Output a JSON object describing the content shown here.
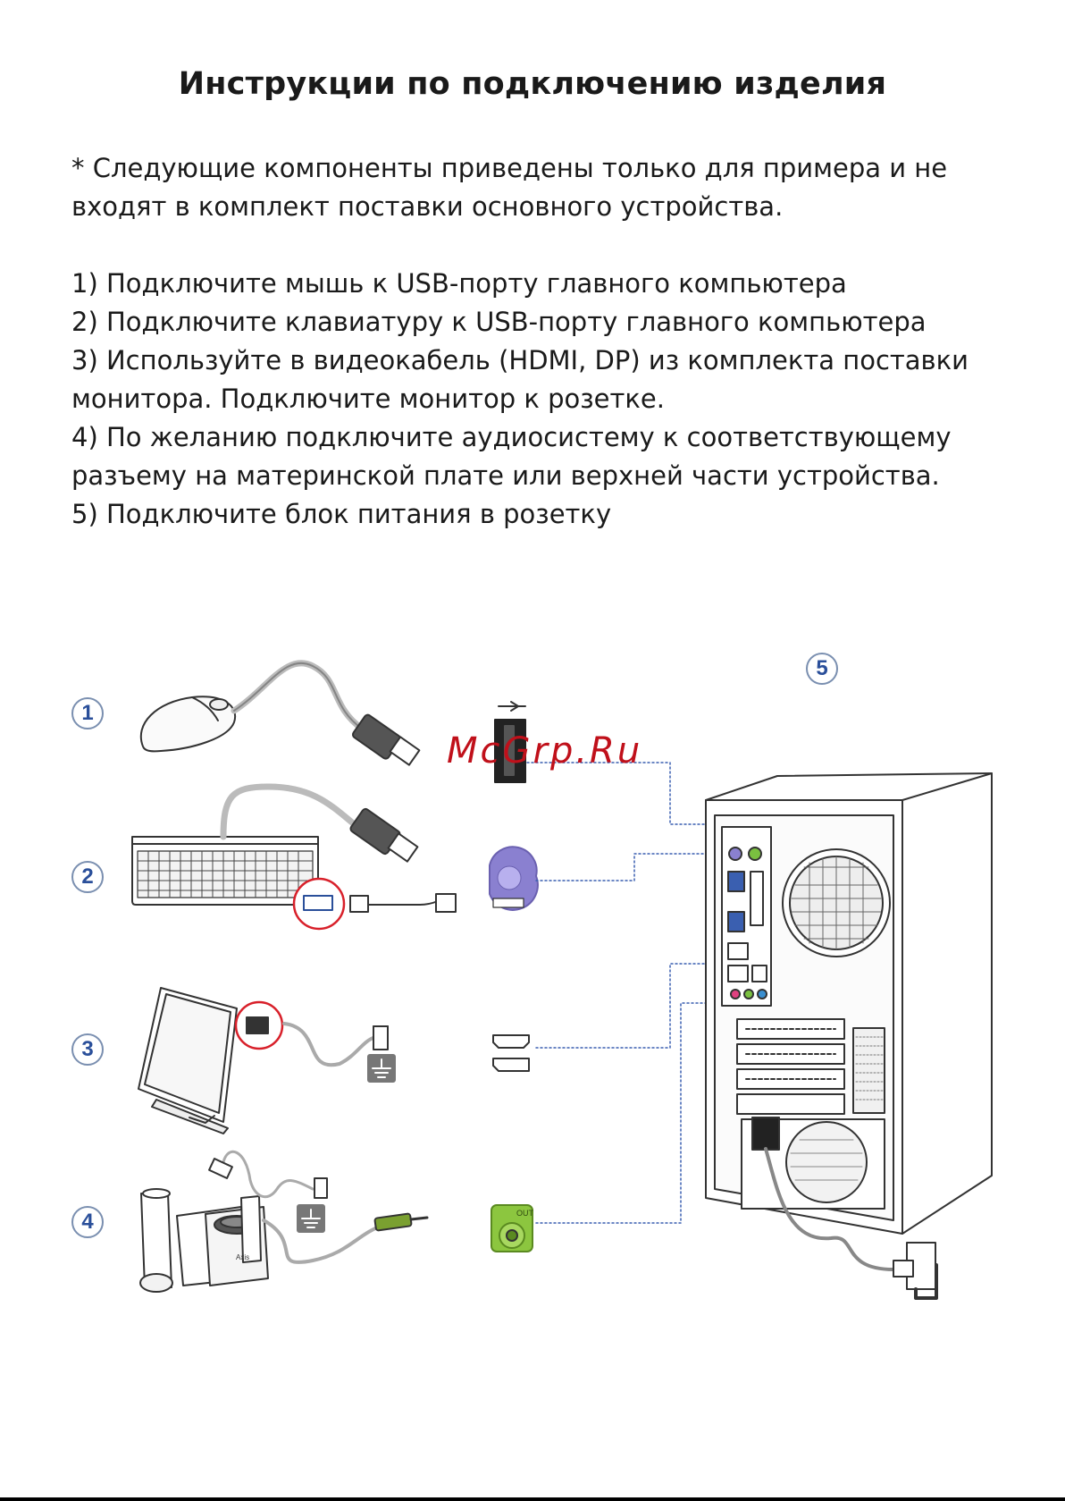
{
  "title": "Инструкции по подключению изделия",
  "note_lines": [
    "* Следующие компоненты приведены только для примера и не",
    "входят в комплект поставки основного устройства."
  ],
  "step_lines": [
    "1) Подключите мышь к USB-порту главного компьютера",
    "2) Подключите клавиатуру к USB-порту главного компьютера",
    "3) Используйте в видеокабель (HDMI, DP) из комплекта поставки",
    "монитора. Подключите монитор к розетке.",
    "4) По желанию подключите аудиосистему к соответствующему",
    "разъему на материнской плате или верхней части устройства.",
    "5) Подключите блок питания в розетку"
  ],
  "diagram": {
    "badges": [
      "1",
      "2",
      "3",
      "4",
      "5"
    ],
    "watermark": "McGrp.Ru",
    "audio_port_label": "OUT",
    "speaker_brand": "Axis",
    "icons": [
      "mouse-icon",
      "keyboard-icon",
      "monitor-icon",
      "speakers-icon",
      "pc-tower-icon",
      "usb-port-icon",
      "ps2-port-icon",
      "hdmi-port-icon",
      "displayport-icon",
      "audio-out-port-icon",
      "power-outlet-icon",
      "ground-icon"
    ],
    "colors": {
      "badge_text": "#2a4f9a",
      "dotted_lines": "#3a5fb0",
      "ps2_port": "#8a80d0",
      "audio_port": "#8cc63f",
      "highlight_circle": "#d8202a",
      "watermark": "#c0101a"
    }
  }
}
